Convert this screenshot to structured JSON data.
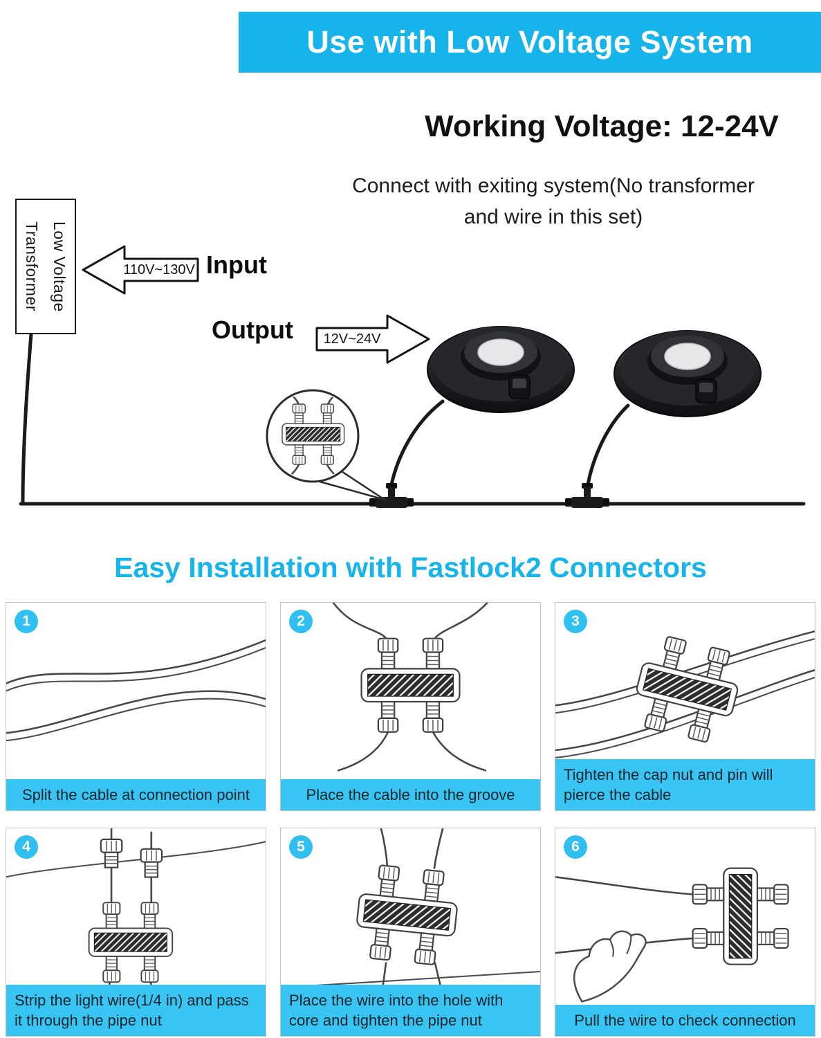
{
  "colors": {
    "accent": "#17b3eb",
    "banner_bg": "#17b3eb",
    "caption_bg": "#38c5f3",
    "badge_bg": "#2fbff0"
  },
  "banner": {
    "title": "Use with Low Voltage System"
  },
  "voltage_section": {
    "heading": "Working Voltage: 12-24V",
    "note_line1": "Connect with exiting system(No transformer",
    "note_line2": "and wire in this set)",
    "transformer_line1": "Low Voltage",
    "transformer_line2": "Transformer",
    "input_label": "Input",
    "input_value": "110V~130V",
    "output_label": "Output",
    "output_value": "12V~24V"
  },
  "install_section": {
    "heading": "Easy Installation with Fastlock2 Connectors",
    "steps": [
      {
        "number": "1",
        "caption": "Split the cable at connection point"
      },
      {
        "number": "2",
        "caption": "Place the cable into the groove"
      },
      {
        "number": "3",
        "caption": "Tighten the cap nut and pin will pierce the cable"
      },
      {
        "number": "4",
        "caption": "Strip the light wire(1/4 in) and pass it through the pipe nut"
      },
      {
        "number": "5",
        "caption": "Place the wire into the hole with core and tighten the pipe nut"
      },
      {
        "number": "6",
        "caption": "Pull the wire to check connection"
      }
    ]
  }
}
